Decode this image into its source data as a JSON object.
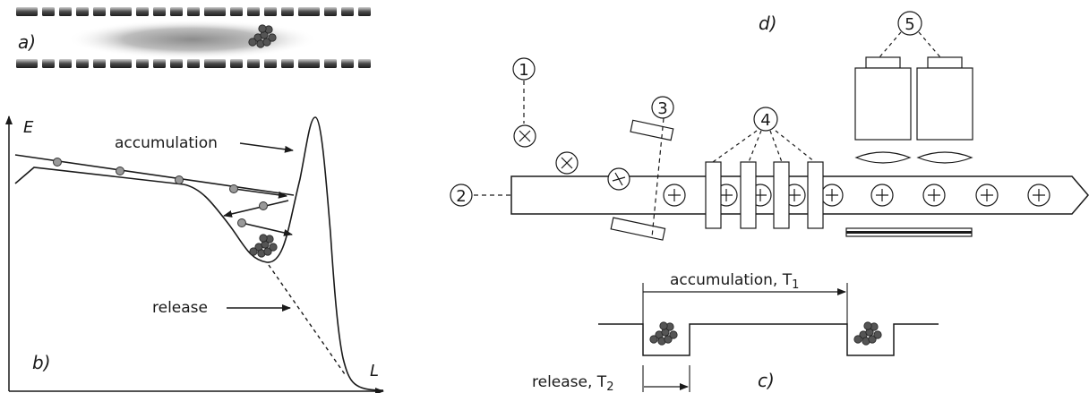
{
  "panels": {
    "a": {
      "label": "a)"
    },
    "b": {
      "label": "b)",
      "axis_y": "E",
      "axis_x": "L",
      "annotations": {
        "accumulation": "accumulation",
        "release": "release"
      }
    },
    "c": {
      "label": "c)",
      "accumulation": {
        "text": "accumulation, T",
        "sub": "1"
      },
      "release": {
        "text": "release, T",
        "sub": "2"
      }
    },
    "d": {
      "label": "d)",
      "callouts": [
        "1",
        "2",
        "3",
        "4",
        "5"
      ]
    }
  },
  "colors": {
    "ink": "#1a1a1a",
    "particle": "#555555",
    "bead": "#999999",
    "channel_blob": "#9a9a9a"
  }
}
